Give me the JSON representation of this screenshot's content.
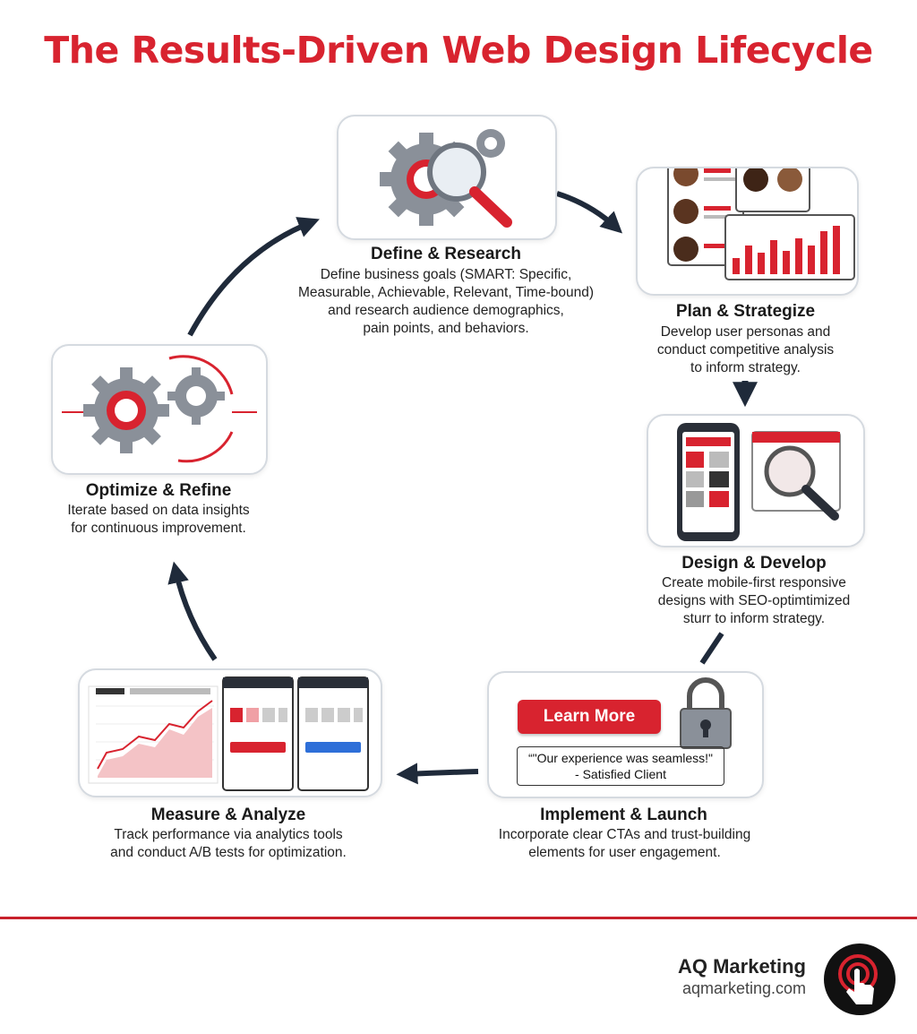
{
  "title": "The Results-Driven Web Design Lifecycle",
  "stages": [
    {
      "title": "Define & Research",
      "lines": [
        "Define business goals (SMART: Specific,",
        "Measurable, Achievable, Relevant, Time-bound)",
        "and research audience demographics,",
        "pain points, and behaviors."
      ]
    },
    {
      "title": "Plan & Strategize",
      "lines": [
        "Develop user personas and",
        "conduct competitive analysis",
        "to inform strategy."
      ]
    },
    {
      "title": "Design & Develop",
      "lines": [
        "Create mobile-first responsive",
        "designs with SEO-optimtimized",
        "sturr to inform strategy."
      ]
    },
    {
      "title": "Implement & Launch",
      "lines": [
        "Incorporate clear CTAs and trust-building",
        "elements for user engagement."
      ],
      "cta_label": "Learn More",
      "quote_lines": [
        "“\"Our experience was seamless!\"",
        "- Satisfied Client"
      ]
    },
    {
      "title": "Measure & Analyze",
      "lines": [
        "Track performance via analytics tools",
        "and conduct A/B tests for optimization."
      ]
    },
    {
      "title": "Optimize & Refine",
      "lines": [
        "Iterate based on data insights",
        "for continuous improvement."
      ]
    }
  ],
  "brand": {
    "name": "AQ Marketing",
    "url": "aqmarketing.com"
  },
  "colors": {
    "accent": "#d8232f",
    "dark": "#1f2a3a",
    "gear": "#8a9099",
    "border": "#d5dae0"
  },
  "icons": [
    "gear-icon",
    "magnifier-icon",
    "persona-icon",
    "bar-chart-icon",
    "smartphone-icon",
    "lock-icon",
    "line-chart-icon",
    "cycle-arrow-icon",
    "tap-hand-icon"
  ]
}
